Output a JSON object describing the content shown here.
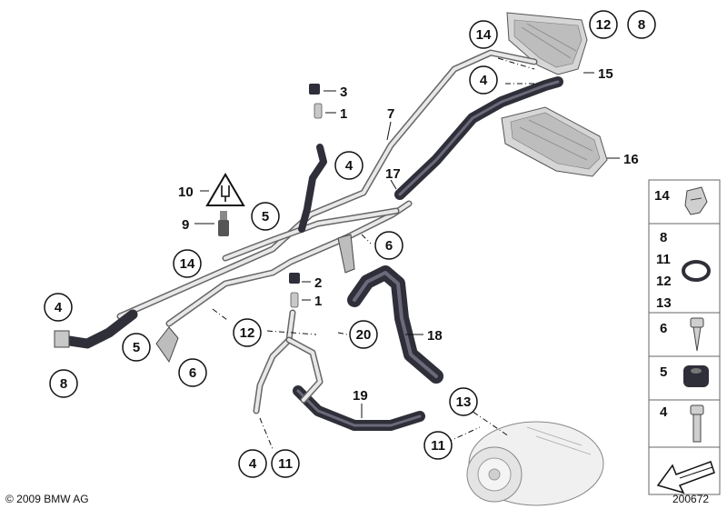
{
  "callouts": {
    "c14_top": "14",
    "c12_top": "12",
    "c8_top": "8",
    "c15": "15",
    "c4_top": "4",
    "c16": "16",
    "c3": "3",
    "c1_top": "1",
    "c7": "7",
    "c4_mid": "4",
    "c17": "17",
    "c10": "10",
    "c9": "9",
    "c5_mid": "5",
    "c6_mid": "6",
    "c14_left": "14",
    "c2": "2",
    "c1_mid": "1",
    "c4_left": "4",
    "c8_left": "8",
    "c5_low": "5",
    "c6_low": "6",
    "c12_mid": "12",
    "c20": "20",
    "c18": "18",
    "c19": "19",
    "c13": "13",
    "c11_right": "11",
    "c4_bottom": "4",
    "c11_bottom": "11"
  },
  "legend": {
    "row1": [
      "14"
    ],
    "row2": [
      "8",
      "11",
      "12",
      "13"
    ],
    "row3": [
      "6"
    ],
    "row4": [
      "5"
    ],
    "row5": [
      "4"
    ]
  },
  "footer": {
    "copyright": "© 2009 BMW AG",
    "diagram_number": "200672"
  }
}
